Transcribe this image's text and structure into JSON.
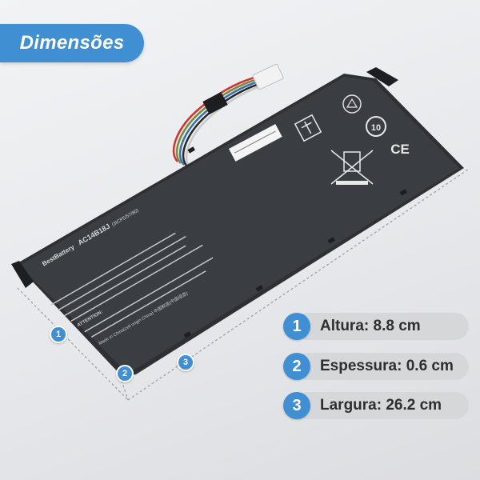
{
  "title": "Dimensões",
  "markers": [
    "1",
    "2",
    "3"
  ],
  "specs": [
    {
      "num": "1",
      "text": "Altura: 8.8 cm"
    },
    {
      "num": "2",
      "text": "Espessura: 0.6 cm"
    },
    {
      "num": "3",
      "text": "Largura: 26.2 cm"
    }
  ],
  "battery": {
    "brand": "BestBattery",
    "model": "AC14B18J",
    "model_extra": "(3ICP5/57/80)",
    "warning_label": "ATTENTION:",
    "made_in": "Made in China(cell origin China) 中国制造(中国组造)"
  },
  "colors": {
    "accent": "#3f8fd2",
    "pill": "#d6d7d9",
    "battery_body": "#3a3d42"
  },
  "icons": [
    "recycle-icon",
    "ten-year-icon",
    "ce-mark-icon",
    "crossed-bin-icon",
    "battery-recycle-icon"
  ]
}
